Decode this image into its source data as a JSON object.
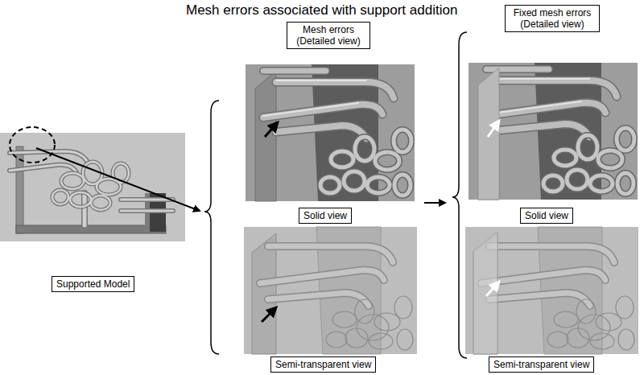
{
  "diagram": {
    "title": "Mesh errors associated with support addition",
    "nodes": [
      {
        "text": [
          "Supported Model"
        ]
      },
      {
        "text": [
          "Mesh errors (Detailed view)"
        ]
      },
      {
        "text": [
          "Solid view"
        ]
      },
      {
        "text": [
          "Semi-transparent view"
        ]
      },
      {
        "text": [
          "Fixed mesh errors (Detailed view)"
        ]
      },
      {
        "text": [
          "Solid view"
        ]
      },
      {
        "text": [
          "Semi-transparent view"
        ]
      }
    ]
  }
}
